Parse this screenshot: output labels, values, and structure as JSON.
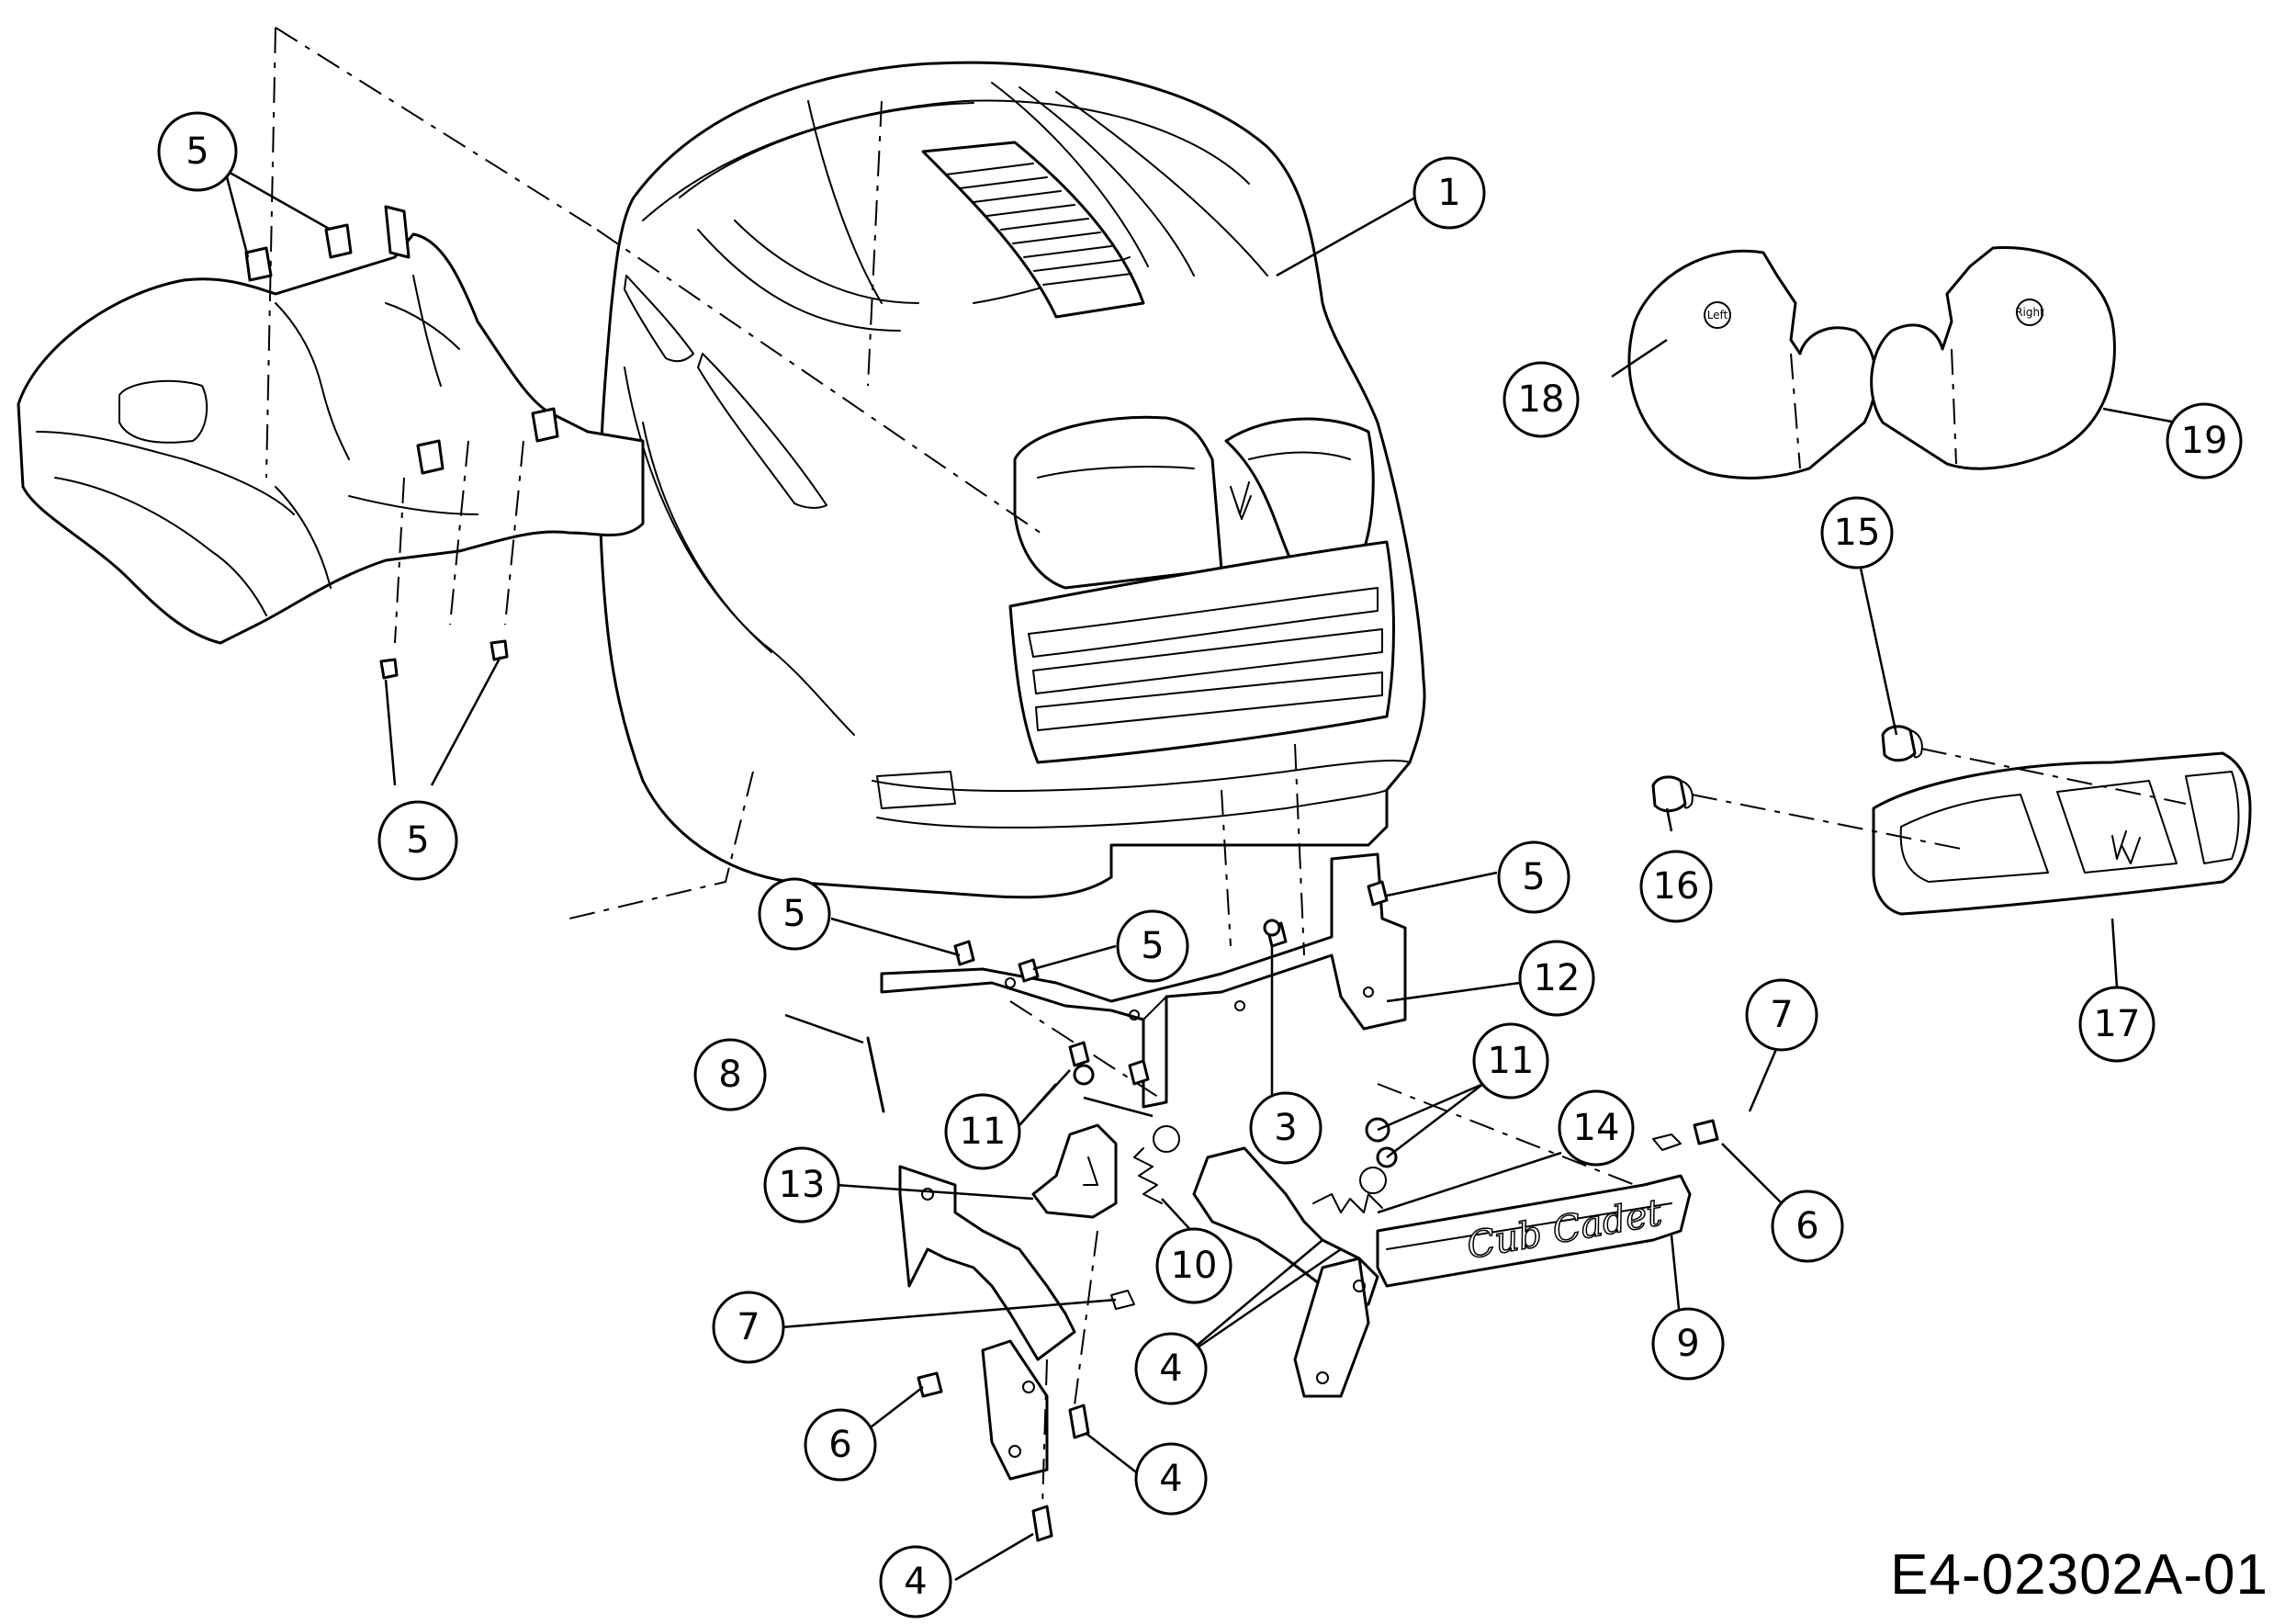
{
  "drawing_code": "E4-02302A-01",
  "decal_left_text": "Left",
  "decal_right_text": "Right",
  "brand_text": "Cub Cadet",
  "callouts": [
    {
      "id": "c1",
      "label": "1"
    },
    {
      "id": "c5a",
      "label": "5"
    },
    {
      "id": "c5b",
      "label": "5"
    },
    {
      "id": "c5c",
      "label": "5"
    },
    {
      "id": "c5d",
      "label": "5"
    },
    {
      "id": "c5e",
      "label": "5"
    },
    {
      "id": "c18",
      "label": "18"
    },
    {
      "id": "c19",
      "label": "19"
    },
    {
      "id": "c15",
      "label": "15"
    },
    {
      "id": "c16",
      "label": "16"
    },
    {
      "id": "c17",
      "label": "17"
    },
    {
      "id": "c12",
      "label": "12"
    },
    {
      "id": "c8",
      "label": "8"
    },
    {
      "id": "c11a",
      "label": "11"
    },
    {
      "id": "c11b",
      "label": "11"
    },
    {
      "id": "c3",
      "label": "3"
    },
    {
      "id": "c14",
      "label": "14"
    },
    {
      "id": "c7a",
      "label": "7"
    },
    {
      "id": "c7b",
      "label": "7"
    },
    {
      "id": "c6a",
      "label": "6"
    },
    {
      "id": "c6b",
      "label": "6"
    },
    {
      "id": "c13",
      "label": "13"
    },
    {
      "id": "c10",
      "label": "10"
    },
    {
      "id": "c9",
      "label": "9"
    },
    {
      "id": "c4a",
      "label": "4"
    },
    {
      "id": "c4b",
      "label": "4"
    },
    {
      "id": "c4c",
      "label": "4"
    }
  ]
}
